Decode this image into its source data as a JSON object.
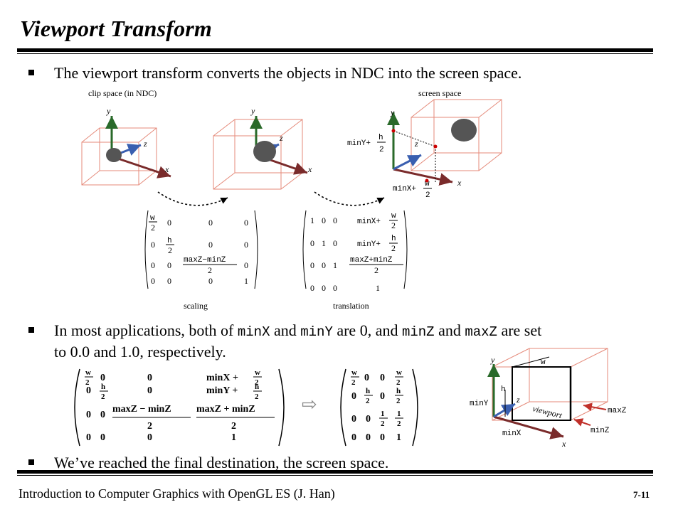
{
  "slide": {
    "title": "Viewport Transform",
    "bullets": {
      "b1": "The viewport transform converts the objects in NDC into the screen space.",
      "b2": {
        "p1": "In most applications, both of ",
        "minX": "minX",
        "p2": " and ",
        "minY": "minY",
        "p3": " are 0, and ",
        "minZ": "minZ",
        "p4": " and ",
        "maxZ": "maxZ",
        "p5": " are set",
        "line2": "to 0.0 and 1.0, respectively."
      },
      "b3": "We’ve reached the final destination, the screen space."
    },
    "figure1": {
      "clip_space_label": "clip space (in NDC)",
      "screen_space_label": "screen space",
      "axis_x": "x",
      "axis_y": "y",
      "axis_z": "z",
      "minY_plus": "minY+",
      "minX_plus": "minX+",
      "h": "h",
      "w": "w",
      "two": "2",
      "scaling_label": "scaling",
      "translation_label": "translation",
      "maxZ_minus_minZ": "maxZ−minZ",
      "maxZ_plus_minZ": "maxZ+minZ",
      "zero": "0",
      "one": "1"
    },
    "figure2": {
      "minX_plus_w2": "minX +",
      "minY_plus_h2": "minY +",
      "maxZ_minus_minZ": "maxZ − minZ",
      "maxZ_plus_minZ": "maxZ + minZ",
      "half": "1",
      "arrow": "⇨"
    },
    "figure3": {
      "w": "w",
      "h": "h",
      "minY": "minY",
      "minX": "minX",
      "minZ": "minZ",
      "maxZ": "maxZ",
      "viewport": "viewport",
      "x": "x",
      "y": "y",
      "z": "z"
    },
    "footer": "Introduction to Computer Graphics with OpenGL ES (J. Han)",
    "page": "7-11"
  }
}
